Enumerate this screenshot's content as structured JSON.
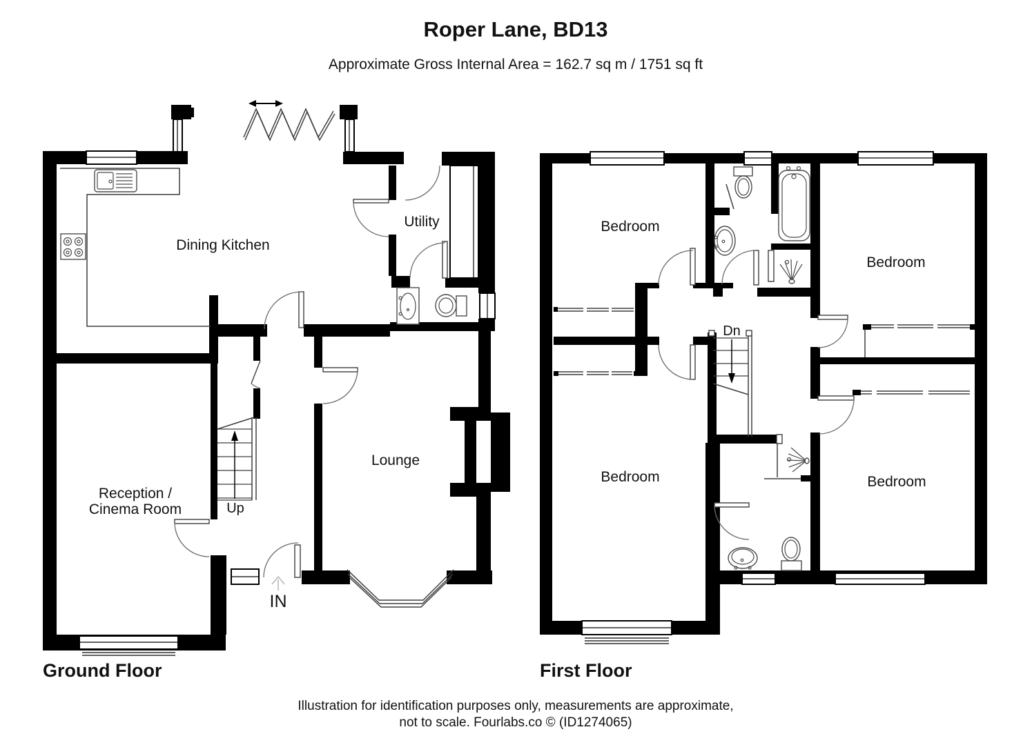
{
  "header": {
    "title": "Roper Lane, BD13",
    "subtitle": "Approximate Gross Internal Area = 162.7 sq m / 1751 sq ft"
  },
  "ground_floor": {
    "name": "Ground Floor",
    "rooms": {
      "dining_kitchen": "Dining Kitchen",
      "utility": "Utility",
      "lounge": "Lounge",
      "reception_line1": "Reception /",
      "reception_line2": "Cinema Room"
    },
    "stairs": "Up",
    "entrance": "IN"
  },
  "first_floor": {
    "name": "First Floor",
    "rooms": {
      "bedroom_top_left": "Bedroom",
      "bedroom_top_right": "Bedroom",
      "bedroom_bottom_left": "Bedroom",
      "bedroom_bottom_right": "Bedroom"
    },
    "stairs": "Dn"
  },
  "footer": {
    "line1": "Illustration for identification purposes only, measurements are approximate,",
    "line2": "not to scale. Fourlabs.co © (ID1274065)"
  },
  "colors": {
    "wall": "#000000",
    "background": "#ffffff",
    "thin_line": "#3d3d3d",
    "door_arc": "#6b6b6b",
    "entrance_arrow": "#b5b5b5"
  }
}
